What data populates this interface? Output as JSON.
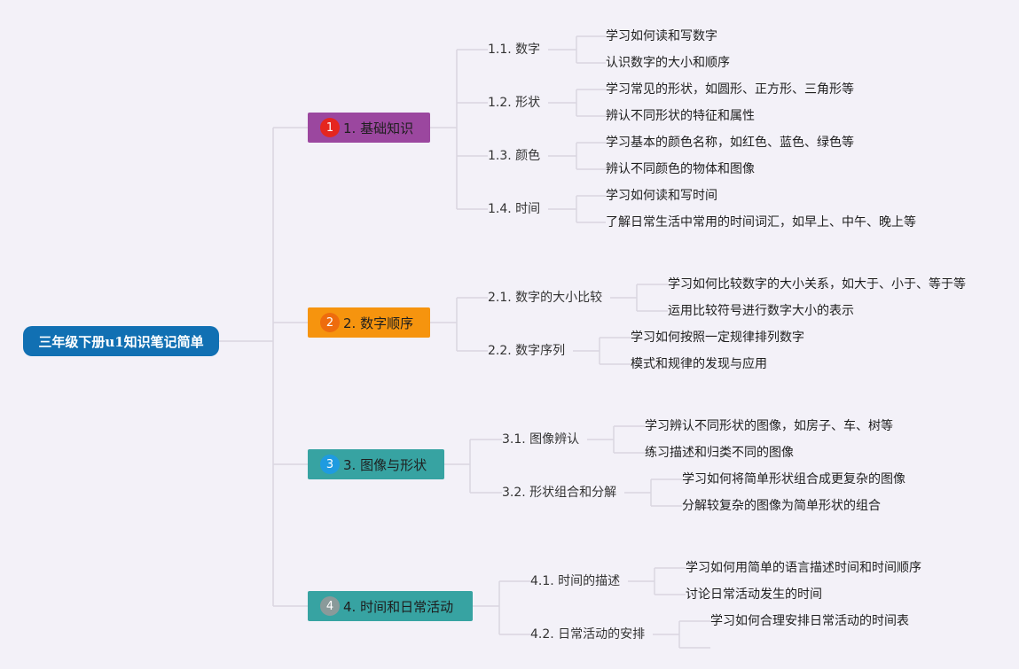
{
  "root": {
    "label": "三年级下册u1知识笔记简单",
    "color": "#1170b3"
  },
  "topics": [
    {
      "badge": "1",
      "label": "1. 基础知识",
      "color": "#9b479f",
      "badge_color": "#e5261f",
      "children": [
        {
          "label": "1.1. 数字",
          "leaves": [
            "学习如何读和写数字",
            "认识数字的大小和顺序"
          ]
        },
        {
          "label": "1.2. 形状",
          "leaves": [
            "学习常见的形状，如圆形、正方形、三角形等",
            "辨认不同形状的特征和属性"
          ]
        },
        {
          "label": "1.3. 颜色",
          "leaves": [
            "学习基本的颜色名称，如红色、蓝色、绿色等",
            "辨认不同颜色的物体和图像"
          ]
        },
        {
          "label": "1.4. 时间",
          "leaves": [
            "学习如何读和写时间",
            "了解日常生活中常用的时间词汇，如早上、中午、晚上等"
          ]
        }
      ]
    },
    {
      "badge": "2",
      "label": "2. 数字顺序",
      "color": "#f6940e",
      "badge_color": "#ee6c0d",
      "children": [
        {
          "label": "2.1. 数字的大小比较",
          "leaves": [
            "学习如何比较数字的大小关系，如大于、小于、等于等",
            "运用比较符号进行数字大小的表示"
          ]
        },
        {
          "label": "2.2. 数字序列",
          "leaves": [
            "学习如何按照一定规律排列数字",
            "模式和规律的发现与应用"
          ]
        }
      ]
    },
    {
      "badge": "3",
      "label": "3. 图像与形状",
      "color": "#37a3a2",
      "badge_color": "#1f9be0",
      "children": [
        {
          "label": "3.1. 图像辨认",
          "leaves": [
            "学习辨认不同形状的图像，如房子、车、树等",
            "练习描述和归类不同的图像"
          ]
        },
        {
          "label": "3.2. 形状组合和分解",
          "leaves": [
            "学习如何将简单形状组合成更复杂的图像",
            "分解较复杂的图像为简单形状的组合"
          ]
        }
      ]
    },
    {
      "badge": "4",
      "label": "4. 时间和日常活动",
      "color": "#37a3a2",
      "badge_color": "#8a9a9a",
      "children": [
        {
          "label": "4.1. 时间的描述",
          "leaves": [
            "学习如何用简单的语言描述时间和时间顺序",
            "讨论日常活动发生的时间"
          ]
        },
        {
          "label": "4.2. 日常活动的安排",
          "leaves": [
            "学习如何合理安排日常活动的时间表",
            ""
          ]
        }
      ]
    }
  ],
  "line_color": "#d9d6e0"
}
